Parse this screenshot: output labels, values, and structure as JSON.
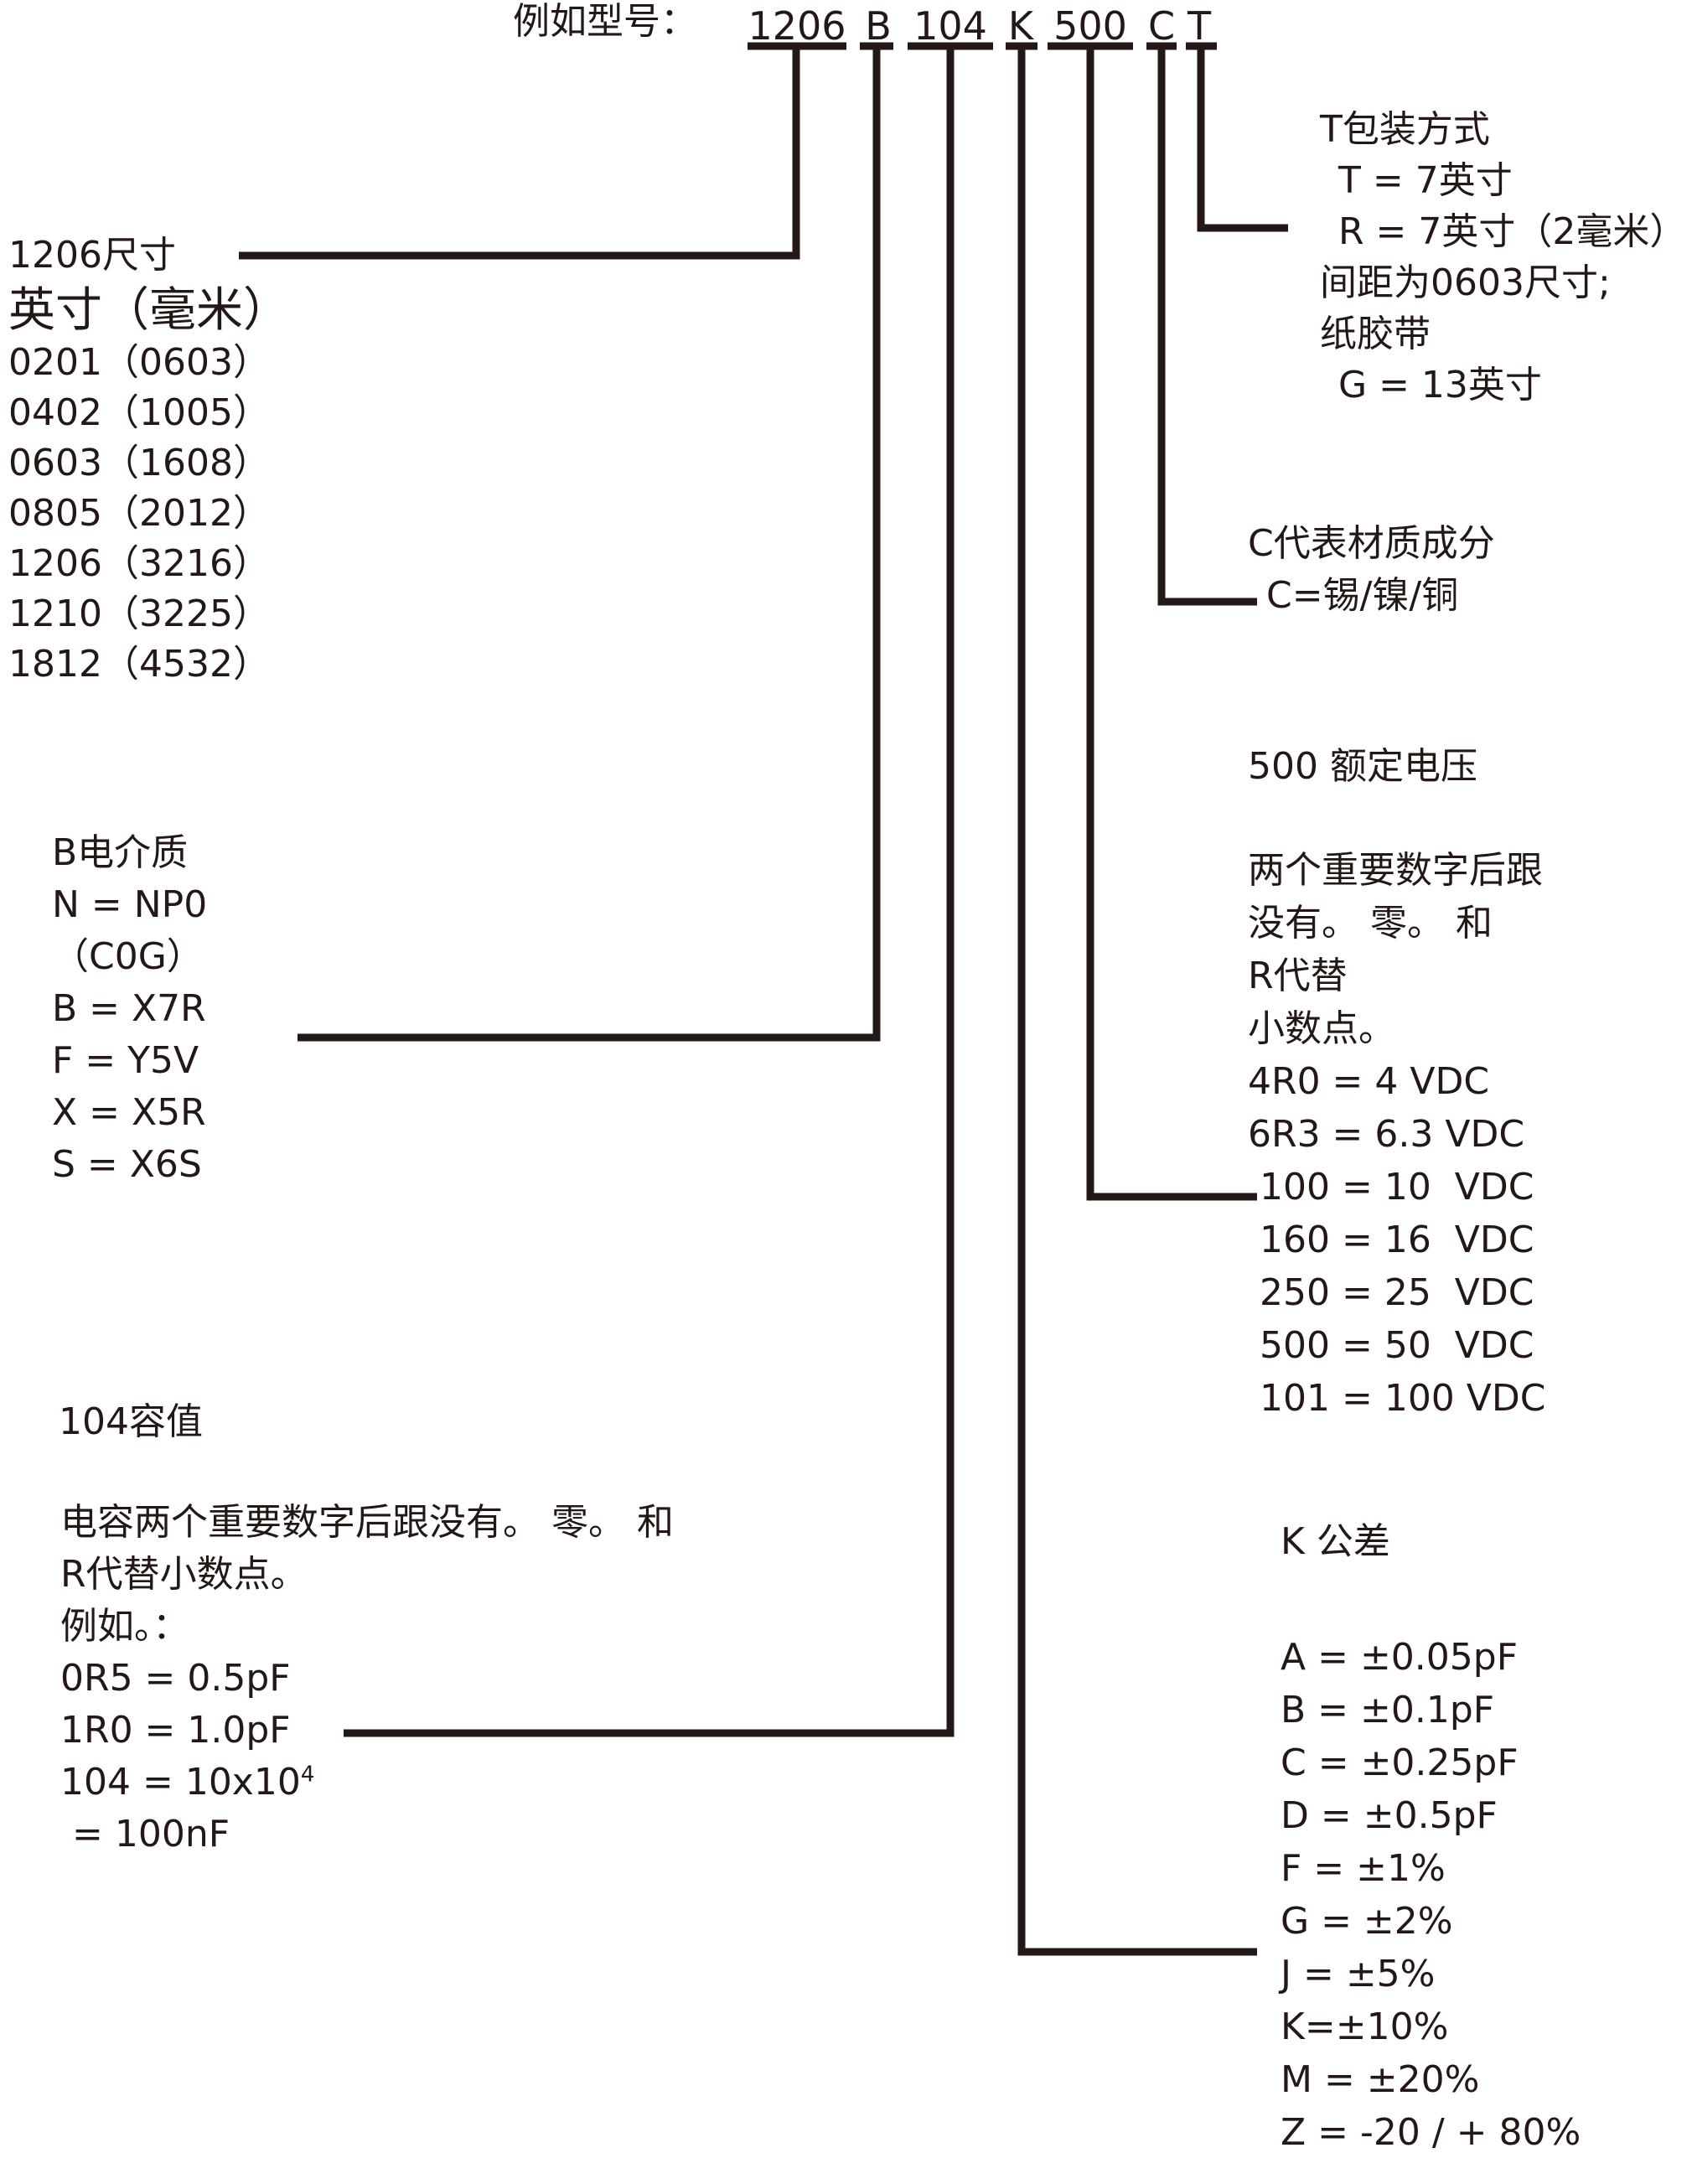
{
  "header": {
    "prefix_label": "例如型号：",
    "part_segments": [
      "1206",
      "B",
      "104",
      "K",
      "500",
      "C",
      "T"
    ]
  },
  "packaging": {
    "title": "T包装方式",
    "lines": [
      "T = 7英寸",
      "R = 7英寸（2毫米）",
      "间距为0603尺寸;",
      "纸胶带",
      "G = 13英寸"
    ]
  },
  "size": {
    "title": "1206尺寸",
    "heading": "英寸（毫米）",
    "rows": [
      "0201（0603）",
      "0402（1005）",
      "0603（1608）",
      "0805（2012）",
      "1206（3216）",
      "1210（3225）",
      "1812（4532）"
    ]
  },
  "dielectric": {
    "title": "B电介质",
    "rows": [
      "N = NP0",
      "（C0G）",
      "B = X7R",
      "F = Y5V",
      "X = X5R",
      "S = X6S"
    ]
  },
  "capacitance": {
    "title": "104容值",
    "description": [
      "电容两个重要数字后跟没有。 零。 和",
      "R代替小数点。",
      "例如。："
    ],
    "examples": [
      "0R5 = 0.5pF",
      "1R0 = 1.0pF"
    ],
    "power_example_prefix": "104 = 10x10",
    "power_example_exponent": "4",
    "power_example_result": "= 100nF"
  },
  "material": {
    "title": "C代表材质成分",
    "rows": [
      "C=锡/镍/铜"
    ]
  },
  "voltage": {
    "title": "500 额定电压",
    "description": [
      "两个重要数字后跟",
      "没有。 零。 和",
      "R代替",
      "小数点。"
    ],
    "rows": [
      "4R0 = 4 VDC",
      "6R3 = 6.3 VDC",
      "100 = 10  VDC",
      "160 = 16  VDC",
      "250 = 25  VDC",
      "500 = 50  VDC",
      "101 = 100 VDC"
    ]
  },
  "tolerance": {
    "title": "K 公差",
    "rows": [
      "A = ±0.05pF",
      "B = ±0.1pF",
      "C = ±0.25pF",
      "D = ±0.5pF",
      "F = ±1%",
      "G = ±2%",
      "J = ±5%",
      "K=±10%",
      "M = ±20%",
      "Z = -20 / + 80%"
    ]
  },
  "colors": {
    "ink": "#231815",
    "background": "#ffffff"
  }
}
